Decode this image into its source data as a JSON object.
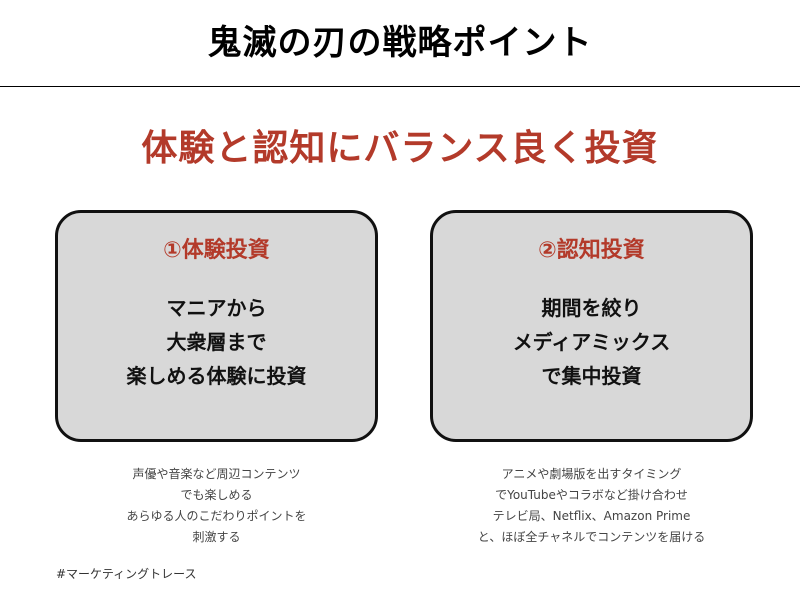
{
  "header": {
    "title": "鬼滅の刃の戦略ポイント"
  },
  "headline": "体験と認知にバランス良く投資",
  "cards": [
    {
      "title": "①体験投資",
      "lines": [
        "マニアから",
        "大衆層まで",
        "楽しめる体験に投資"
      ],
      "note": [
        "声優や音楽など周辺コンテンツ",
        "でも楽しめる",
        "あらゆる人のこだわりポイントを",
        "刺激する"
      ]
    },
    {
      "title": "②認知投資",
      "lines": [
        "期間を絞り",
        "メディアミックス",
        "で集中投資"
      ],
      "note": [
        "アニメや劇場版を出すタイミング",
        "でYouTubeやコラボなど掛け合わせ",
        "テレビ局、Netflix、Amazon Prime",
        "と、ほぼ全チャネルでコンテンツを届ける"
      ]
    }
  ],
  "footer": {
    "hashtag": "#マーケティングトレース"
  },
  "colors": {
    "accent": "#b33a2a",
    "card_bg": "#d8d8d8",
    "border": "#111111"
  }
}
